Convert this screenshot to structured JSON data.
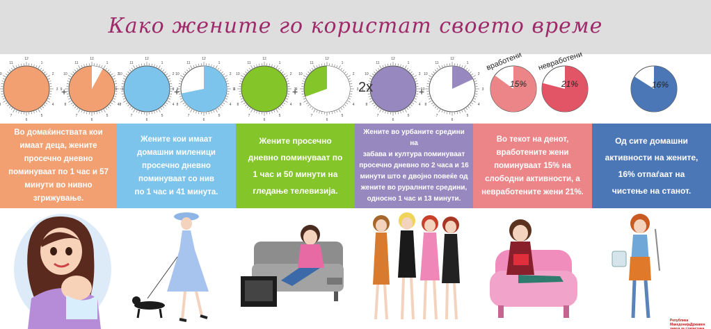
{
  "title": "Како жените го користат своето време",
  "operators": {
    "plus": "+",
    "times_two": "2x"
  },
  "pie_labels": {
    "employed": "вработени",
    "unemployed": "невработени",
    "employed_pct": "15%",
    "unemployed_pct": "21%",
    "cleaning_pct": "16%"
  },
  "clock_fills": {
    "child_care_fraction": 0.0792,
    "pets_fraction": 0.2819,
    "tv_fraction": 0.3056,
    "culture_fraction": 0.1806,
    "employed_fraction": 0.15,
    "unemployed_fraction": 0.21,
    "cleaning_fraction": 0.16
  },
  "clock_hours": [
    "12",
    "1",
    "2",
    "3",
    "4",
    "5",
    "6",
    "7",
    "8",
    "9",
    "10",
    "11"
  ],
  "colors": {
    "orange": "#f2a071",
    "blue": "#7cc4ec",
    "green": "#84c52a",
    "purple": "#9789c0",
    "pink": "#ec8587",
    "red": "#e25566",
    "navy": "#4c77b6",
    "title": "#9e2a6a"
  },
  "panels": [
    {
      "lines": [
        "Во домаќинствата кои",
        "имаат деца, жените",
        "просечно дневно",
        "поминуваат по 1 час и 57",
        "минути во нивно",
        "згрижување."
      ]
    },
    {
      "lines": [
        "Жените кои имаат",
        "домашни миленици",
        "просечно дневно",
        "поминуваат со нив",
        "по 1 час и 41 минута."
      ]
    },
    {
      "lines": [
        "Жените просечно",
        "дневно поминуваат по",
        "1 час и 50 минути на",
        "гледање телевизија."
      ]
    },
    {
      "lines": [
        "Жените во урбаните средини на",
        "забава и култура поминуваат",
        "просечно дневно по 2 часа и 16",
        "минути што е двојно повеќе  од",
        "жените во руралните средини,",
        "односно 1 час и 13 минути."
      ]
    },
    {
      "lines": [
        "Во текот на денот,",
        "вработените жени",
        "поминуваат 15% на",
        "слободни активности,  а",
        "невработените жени 21%."
      ]
    },
    {
      "lines": [
        "Од сите домашни",
        "активности на  жените,",
        "16% отпаѓаат на",
        "чистење на станот."
      ]
    }
  ],
  "illustrations": [
    "mother-with-baby-illustration",
    "woman-walking-dog-illustration",
    "woman-watching-tv-illustration",
    "group-of-women-illustration",
    "woman-reading-in-armchair-illustration",
    "woman-cleaning-illustration"
  ],
  "footnote": [
    "Република Македонија",
    "Државен завод за статистика"
  ]
}
